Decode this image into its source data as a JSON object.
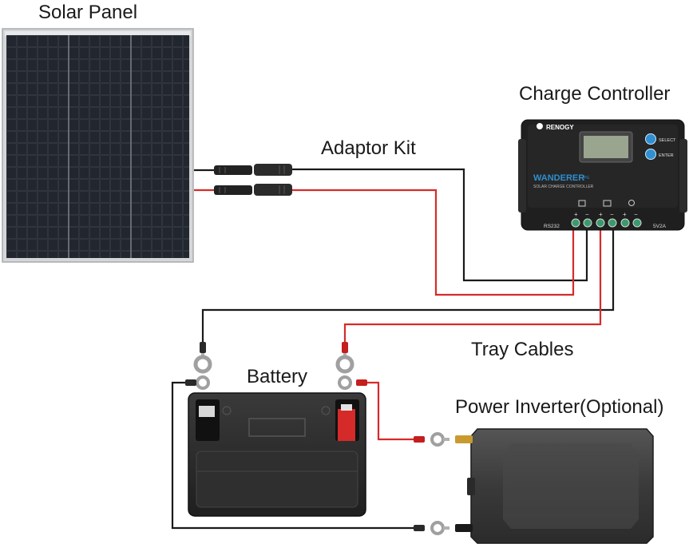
{
  "labels": {
    "solar_panel": "Solar Panel",
    "adaptor_kit": "Adaptor Kit",
    "charge_controller": "Charge Controller",
    "tray_cables": "Tray Cables",
    "battery": "Battery",
    "power_inverter": "Power Inverter(Optional)"
  },
  "controller": {
    "brand": "RENOGY",
    "model": "WANDERER",
    "model_suffix": "PG",
    "subtitle": "SOLAR CHARGE CONTROLLER",
    "select_label": "SELECT",
    "enter_label": "ENTER",
    "port_left": "RS232",
    "port_right": "5V2A"
  },
  "colors": {
    "positive_wire": "#d62b2b",
    "negative_wire": "#1a1a1a",
    "panel_frame": "#c8c8c8",
    "panel_cell": "#1b1e24",
    "controller_body": "#1f1f1f",
    "controller_accent": "#2f8fd0",
    "battery_body": "#2a2a2a",
    "inverter_body": "#3b3b3b"
  }
}
